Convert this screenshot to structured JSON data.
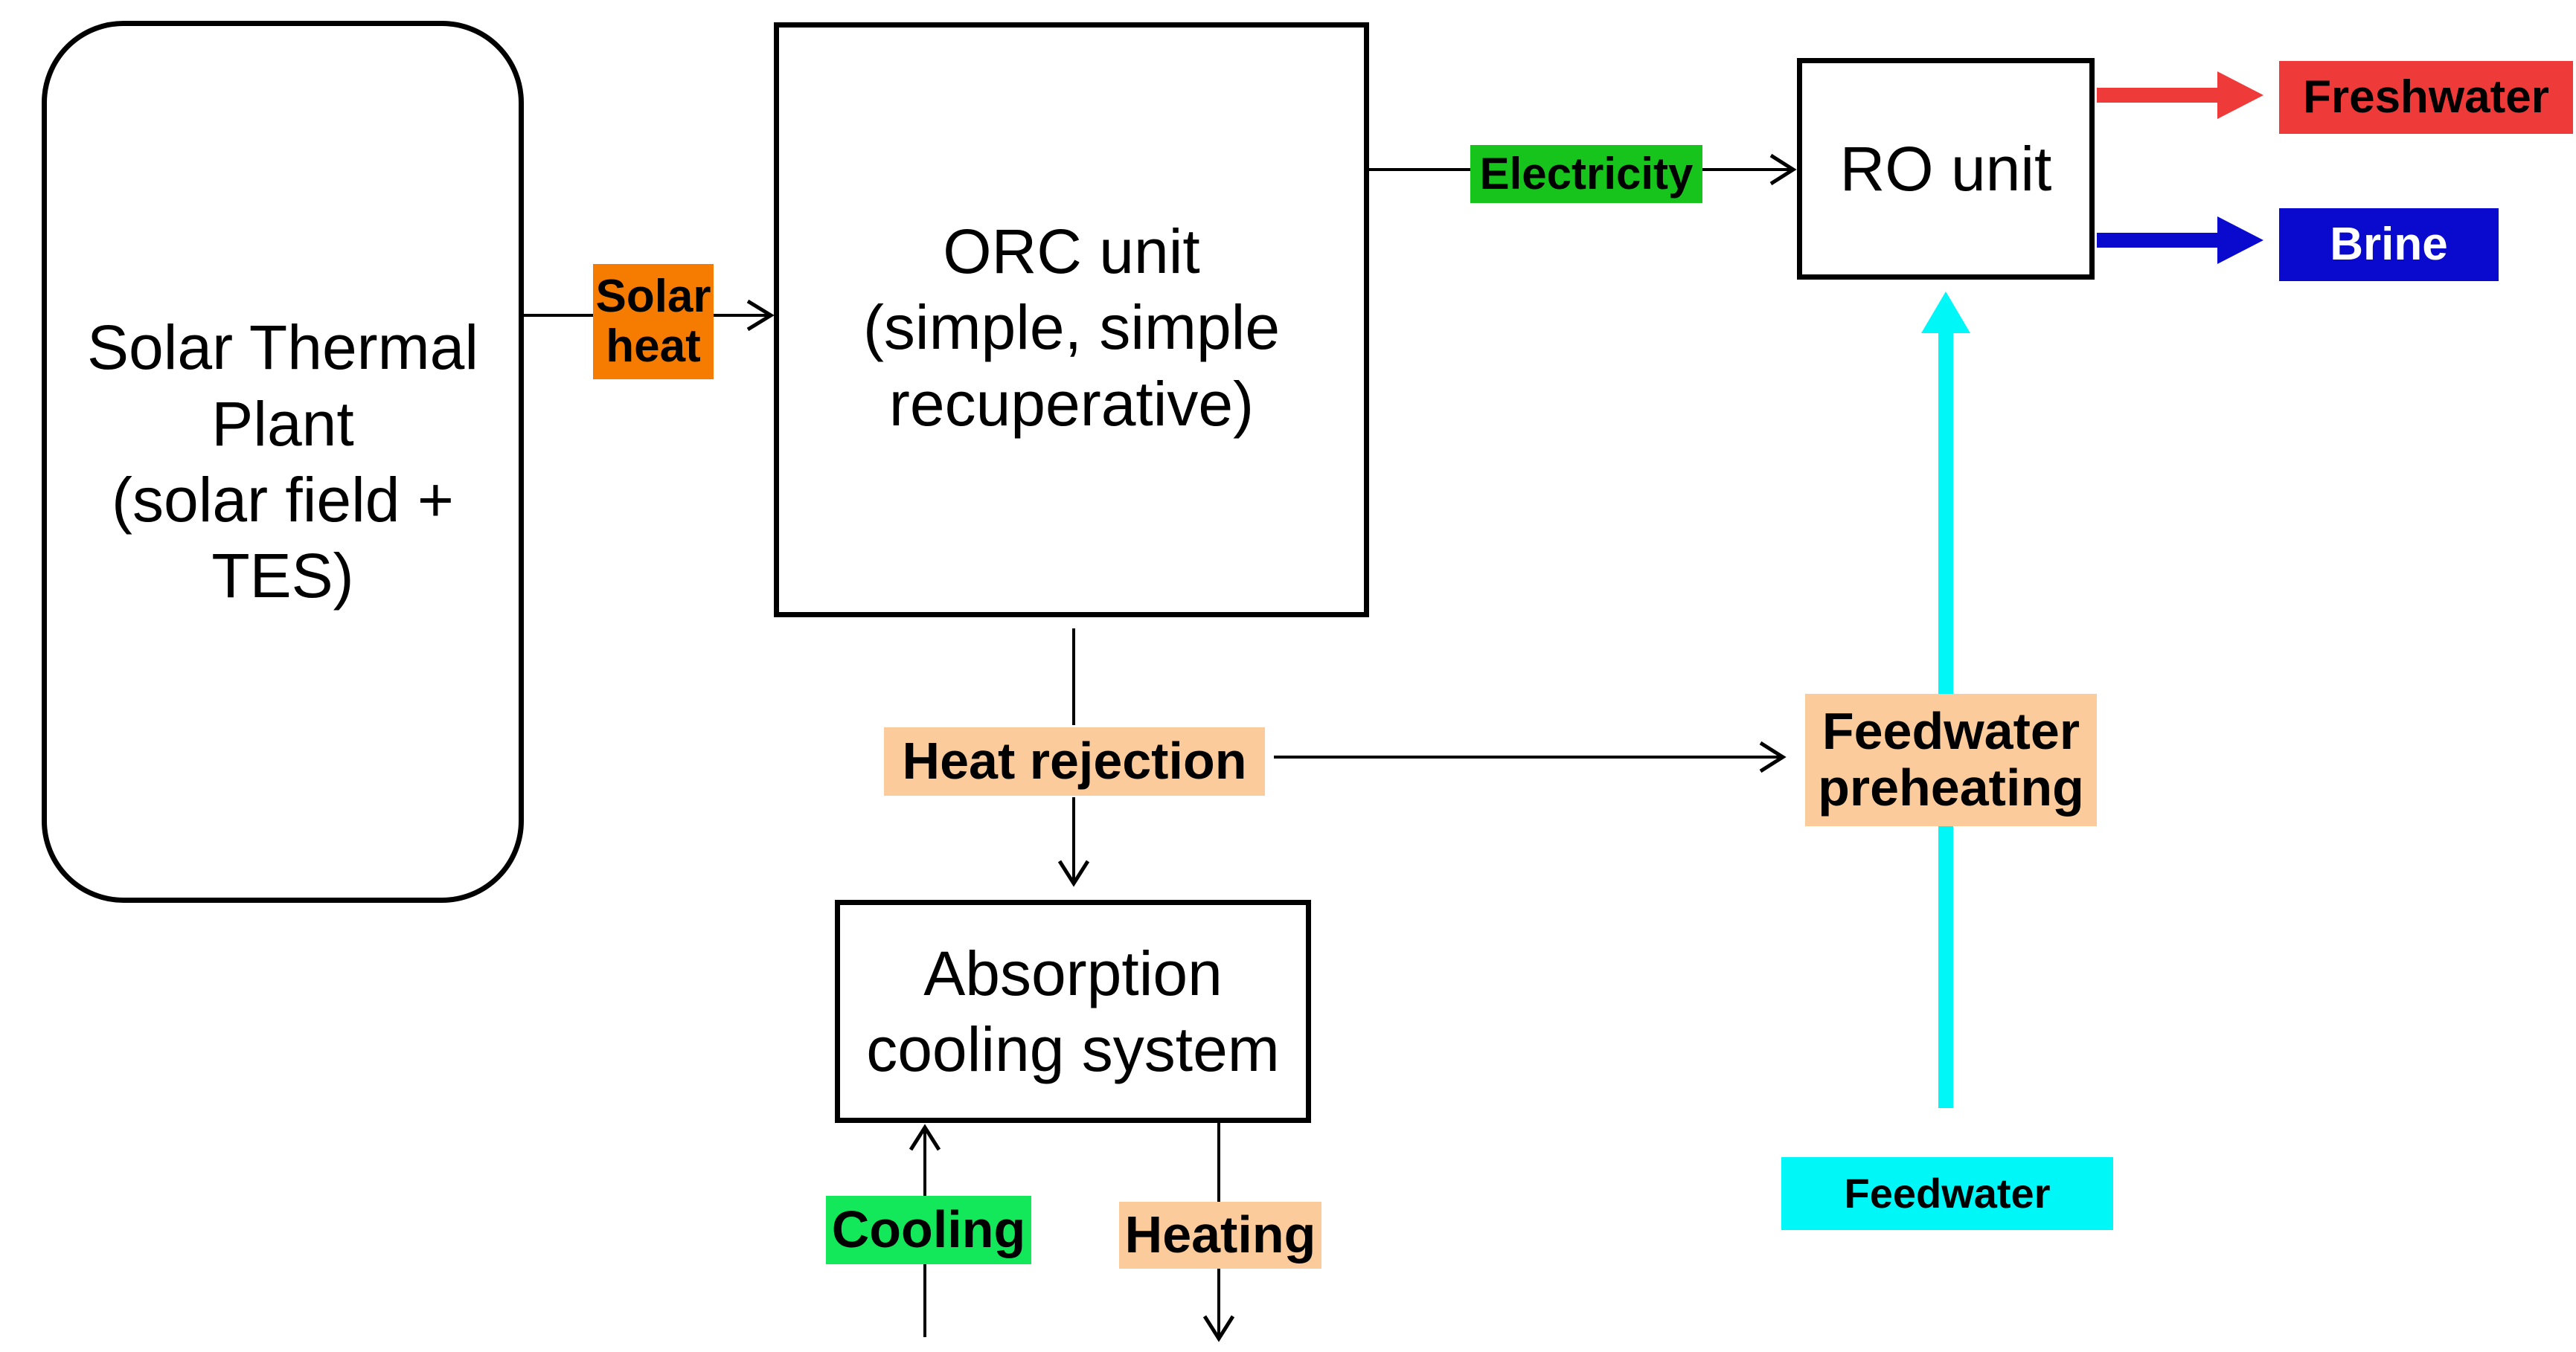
{
  "boxes": {
    "solar_thermal_plant": "Solar Thermal\nPlant\n(solar field +\nTES)",
    "orc_unit": "ORC unit\n(simple, simple\nrecuperative)",
    "ro_unit": "RO unit",
    "absorption_cooling": "Absorption\ncooling system"
  },
  "labels": {
    "solar_heat": "Solar\nheat",
    "electricity": "Electricity",
    "heat_rejection": "Heat rejection",
    "feedwater_preheating": "Feedwater\npreheating",
    "cooling": "Cooling",
    "heating": "Heating",
    "freshwater": "Freshwater",
    "brine": "Brine",
    "feedwater": "Feedwater"
  },
  "colors": {
    "solar_heat": "#f57c00",
    "electricity": "#16c41c",
    "heat_rejection": "#fbcb9c",
    "feedwater_preheating": "#fbcb9c",
    "cooling": "#13e85a",
    "heating": "#fbcb9c",
    "freshwater": "#ef3a3a",
    "brine": "#0a0acf",
    "feedwater": "#00f7f7",
    "feedwater_arrow": "#00f7f7",
    "freshwater_arrow": "#ef3a3a",
    "brine_arrow": "#0a0acf"
  }
}
